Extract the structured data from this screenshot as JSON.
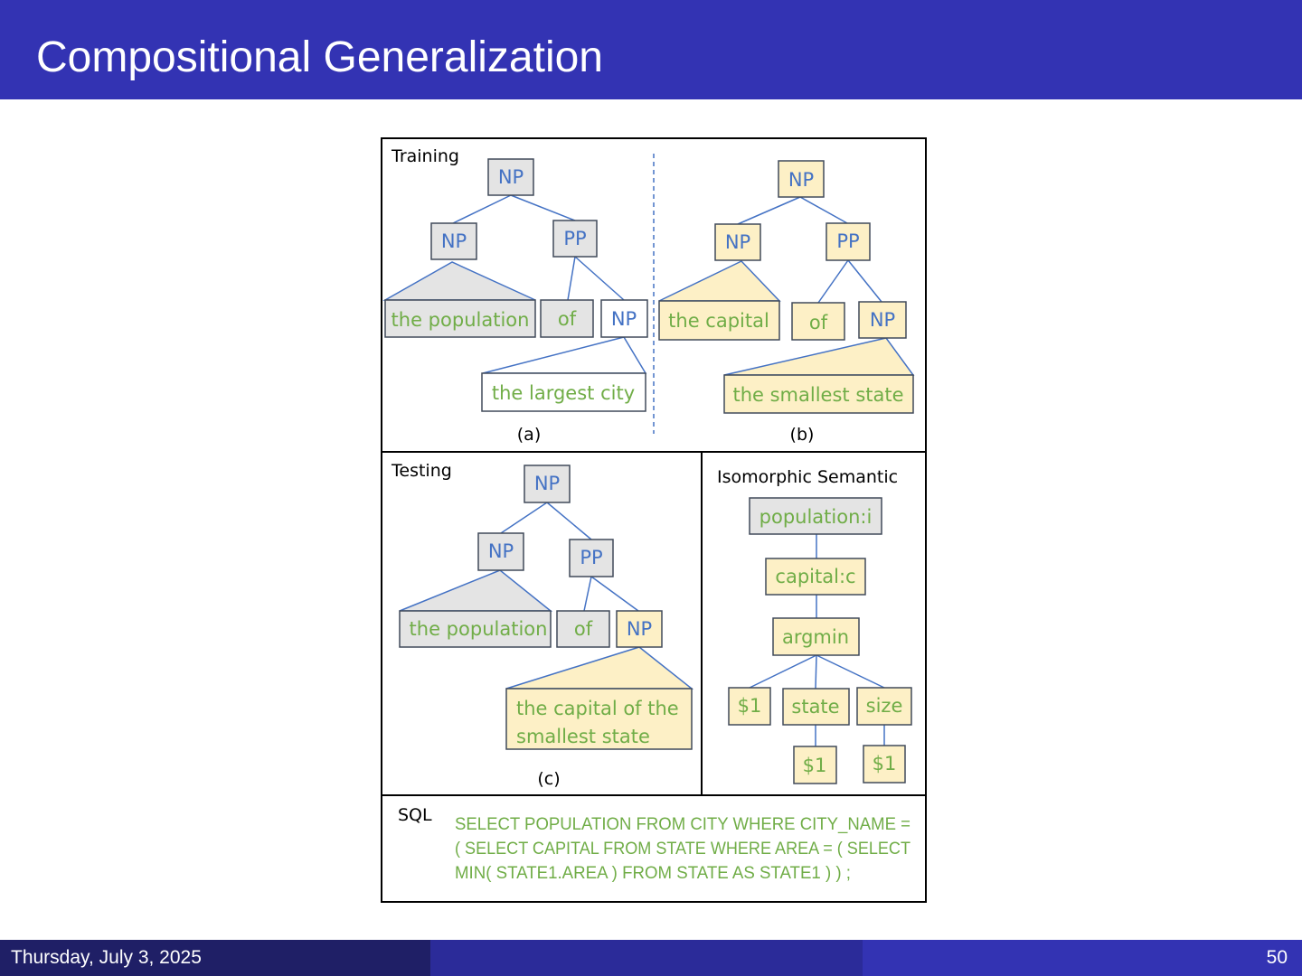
{
  "slide": {
    "title": "Compositional Generalization",
    "footer_date": "Thursday, July 3, 2025",
    "page_number": "50"
  },
  "colors": {
    "header": "#3333b3",
    "node_label": "#4472c4",
    "word_text": "#70ad47",
    "gray_fill": "#e4e4e4",
    "yellow_fill": "#fdf0c6",
    "edge": "#4472c4"
  },
  "figure": {
    "training_label": "Training",
    "testing_label": "Testing",
    "semantic_label": "Isomorphic Semantic",
    "sql_label": "SQL",
    "caption_a": "(a)",
    "caption_b": "(b)",
    "caption_c": "(c)",
    "tree_a": {
      "root": "NP",
      "np": "NP",
      "pp": "PP",
      "phrase": "the population",
      "of": "of",
      "np2": "NP",
      "leaf": "the largest city"
    },
    "tree_b": {
      "root": "NP",
      "np": "NP",
      "pp": "PP",
      "phrase": "the capital",
      "of": "of",
      "np2": "NP",
      "leaf": "the smallest state"
    },
    "tree_c": {
      "root": "NP",
      "np": "NP",
      "pp": "PP",
      "phrase": "the population",
      "of": "of",
      "np2": "NP",
      "leaf_line1": "the capital of the",
      "leaf_line2": "smallest state"
    },
    "semantic": {
      "population": "population:i",
      "capital": "capital:c",
      "argmin": "argmin",
      "var1": "$1",
      "state": "state",
      "size": "size",
      "state_arg": "$1",
      "size_arg": "$1"
    },
    "sql_lines": [
      "SELECT POPULATION FROM CITY WHERE CITY_NAME =",
      "( SELECT CAPITAL FROM STATE WHERE AREA = ( SELECT",
      "MIN( STATE1.AREA ) FROM STATE AS STATE1 ) ) ;"
    ]
  }
}
